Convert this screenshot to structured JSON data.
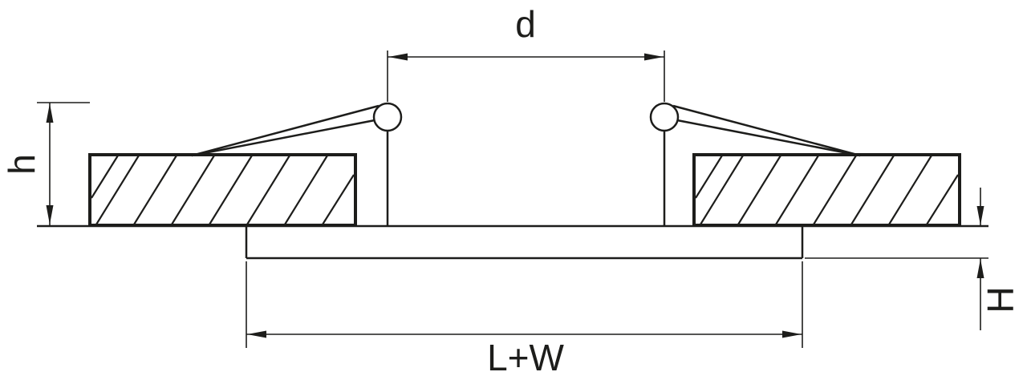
{
  "diagram": {
    "labels": {
      "top_dimension": "d",
      "left_dimension": "h",
      "right_dimension": "H",
      "bottom_dimension": "L+W"
    },
    "colors": {
      "line": "#1d1d1b",
      "background": "#ffffff"
    }
  }
}
